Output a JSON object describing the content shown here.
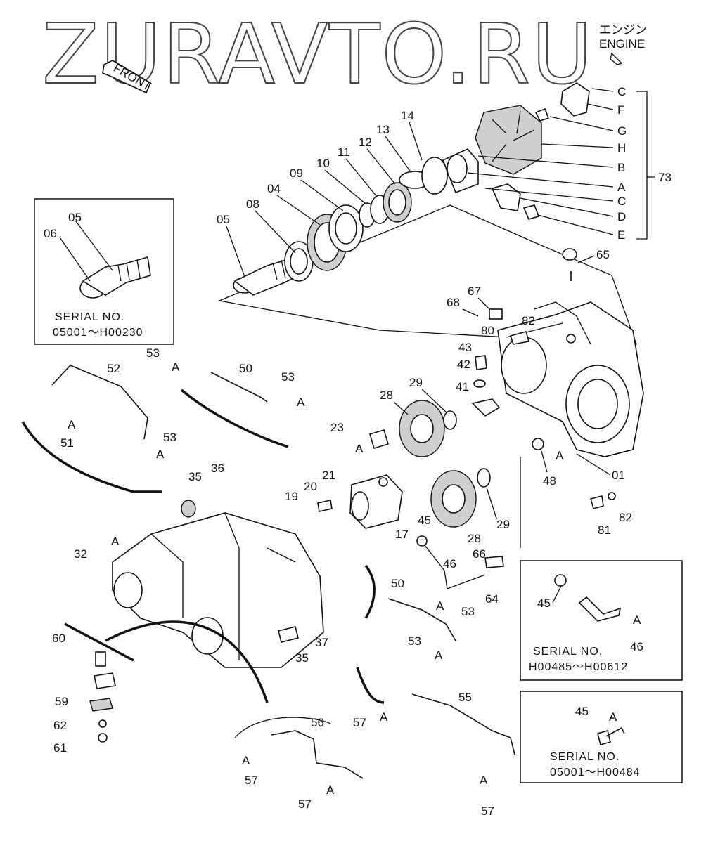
{
  "watermark": "ZURAVTO.RU",
  "direction": {
    "front": "FRONT",
    "engine_jp": "エンジン",
    "engine": "ENGINE"
  },
  "labels": {
    "p01": "01",
    "p04": "04",
    "p05": "05",
    "p06": "06",
    "p08": "08",
    "p09": "09",
    "p10": "10",
    "p11": "11",
    "p12": "12",
    "p13": "13",
    "p14": "14",
    "p17": "17",
    "p19": "19",
    "p20": "20",
    "p21": "21",
    "p23": "23",
    "p28": "28",
    "p29": "29",
    "p32": "32",
    "p35": "35",
    "p36": "36",
    "p37": "37",
    "p41": "41",
    "p42": "42",
    "p43": "43",
    "p45": "45",
    "p46": "46",
    "p48": "48",
    "p50": "50",
    "p51": "51",
    "p52": "52",
    "p53": "53",
    "p55": "55",
    "p56": "56",
    "p57": "57",
    "p59": "59",
    "p60": "60",
    "p61": "61",
    "p62": "62",
    "p64": "64",
    "p65": "65",
    "p66": "66",
    "p67": "67",
    "p68": "68",
    "p73": "73",
    "p80": "80",
    "p81": "81",
    "p82": "82",
    "A": "A",
    "B": "B",
    "C": "C",
    "D": "D",
    "E": "E",
    "F": "F",
    "G": "G",
    "H": "H"
  },
  "insets": [
    {
      "serial_label": "SERIAL  NO.",
      "serial_range": "05001～H00230"
    },
    {
      "serial_label": "SERIAL  NO.",
      "serial_range": "H00485～H00612"
    },
    {
      "serial_label": "SERIAL  NO.",
      "serial_range": "05001～H00484"
    }
  ]
}
